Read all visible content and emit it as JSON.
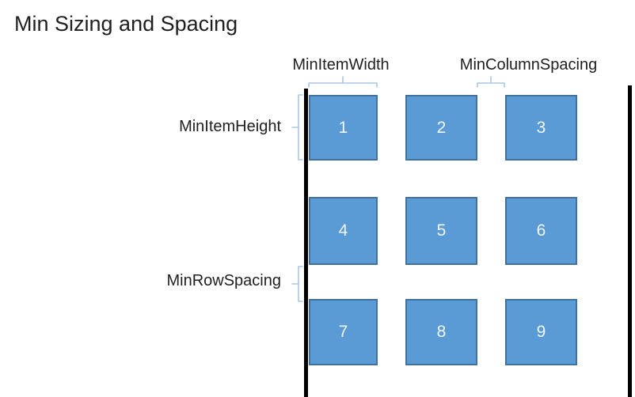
{
  "title": "Min Sizing and Spacing",
  "labels": {
    "min_item_width": "MinItemWidth",
    "min_column_spacing": "MinColumnSpacing",
    "min_item_height": "MinItemHeight",
    "min_row_spacing": "MinRowSpacing"
  },
  "grid": {
    "rows": 3,
    "columns": 3,
    "items": [
      "1",
      "2",
      "3",
      "4",
      "5",
      "6",
      "7",
      "8",
      "9"
    ]
  },
  "colors": {
    "square_fill": "#5B9BD5",
    "square_border": "#41719C",
    "brace": "#A8C7E7",
    "edge_line": "#000000",
    "text": "#1f1f1f",
    "square_number_text": "#F2F6FA"
  }
}
